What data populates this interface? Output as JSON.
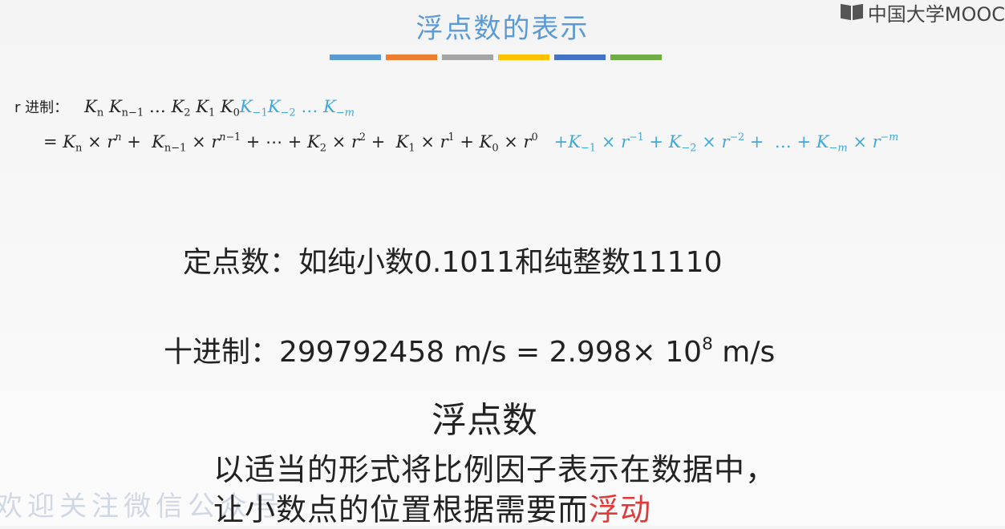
{
  "header": {
    "title": "浮点数的表示",
    "logo_text": "中国大学MOOC",
    "colorbar": [
      "#5b9bd5",
      "#ed7d31",
      "#a5a5a5",
      "#ffc000",
      "#4472c4",
      "#70ad47"
    ]
  },
  "formula": {
    "label": "r 进制：",
    "eq_prefix": "="
  },
  "content": {
    "fixed_point": "定点数：如纯小数0.1011和纯整数11110",
    "decimal_prefix": "十进制：299792458 m/s = 2.998× 10",
    "decimal_exp": "8",
    "decimal_suffix": " m/s",
    "float_heading": "浮点数",
    "line1": "以适当的形式将比例因子表示在数据中，",
    "line2_normal": "让小数点的位置根据需要而",
    "line2_red": "浮动",
    "watermark": "欢迎关注微信公众号"
  },
  "colors": {
    "accent_blue": "#3fa9dc",
    "highlight_red": "#e03a3a",
    "title_blue": "#5b9bd5"
  }
}
